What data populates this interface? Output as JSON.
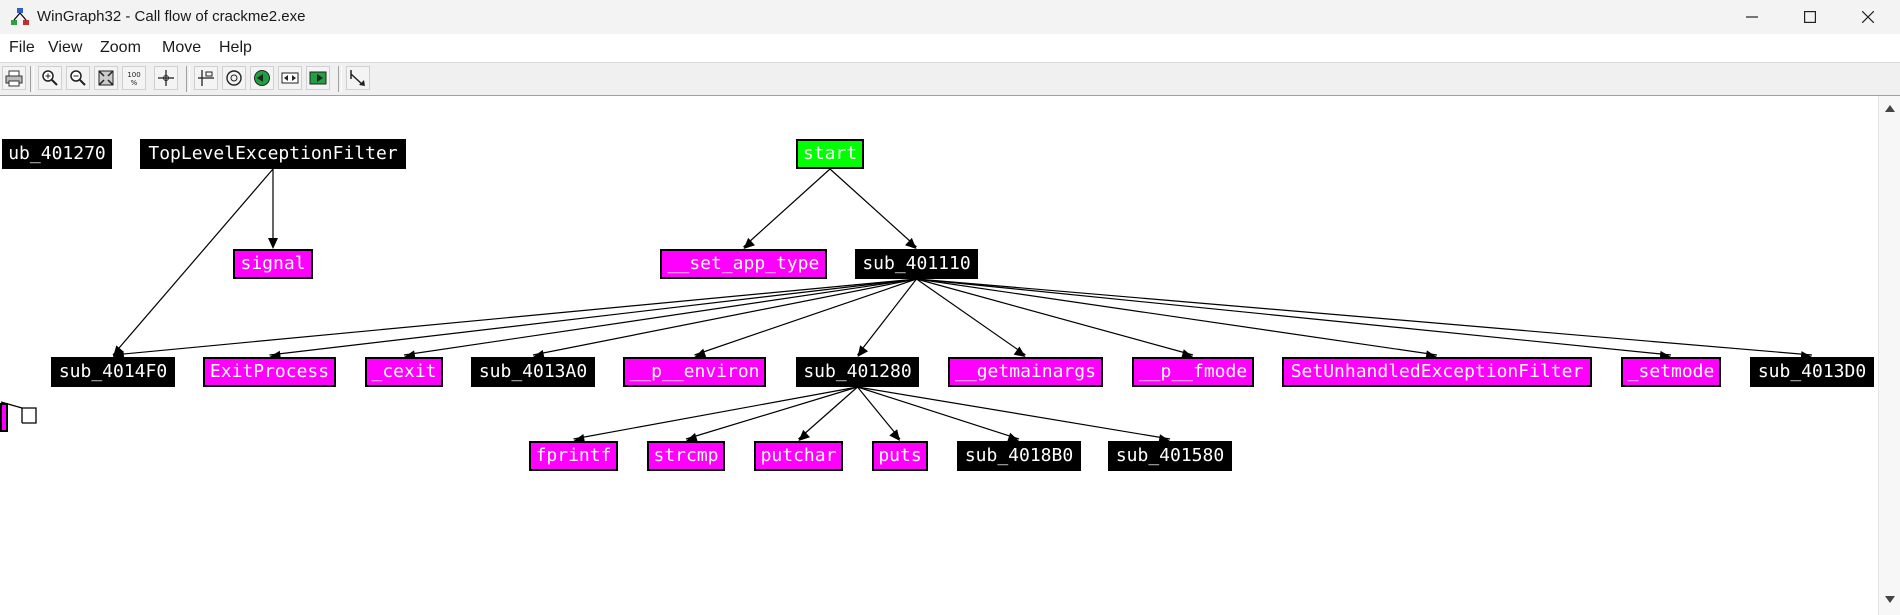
{
  "window": {
    "title": "WinGraph32 - Call flow of crackme2.exe",
    "app_icon": "wingraph-icon",
    "controls": [
      "minimize-icon",
      "maximize-icon",
      "close-icon"
    ]
  },
  "menu": {
    "items": [
      "File",
      "View",
      "Zoom",
      "Move",
      "Help"
    ]
  },
  "toolbar": {
    "buttons": [
      "print-icon",
      "zoom-in-icon",
      "zoom-out-icon",
      "fit-window-icon",
      "zoom-100-icon",
      "center-icon",
      "layout-icon",
      "rotate-icon",
      "nav-left-icon",
      "nav-expand-icon",
      "nav-right-icon",
      "pointer-icon"
    ],
    "zoom100_label": "100%"
  },
  "colors": {
    "library_function": "#ff00ff",
    "entry_point": "#00ff00",
    "user_function": "#000000",
    "edge": "#000000"
  },
  "graph": {
    "nodes": [
      {
        "id": "n_sub_401270",
        "label": "ub_401270",
        "kind": "user"
      },
      {
        "id": "n_tlef",
        "label": "TopLevelExceptionFilter",
        "kind": "user"
      },
      {
        "id": "n_start",
        "label": "start",
        "kind": "entry"
      },
      {
        "id": "n_signal",
        "label": "signal",
        "kind": "library"
      },
      {
        "id": "n_set_app_type",
        "label": "__set_app_type",
        "kind": "library"
      },
      {
        "id": "n_sub_401110",
        "label": "sub_401110",
        "kind": "user"
      },
      {
        "id": "n_sub_4014F0",
        "label": "sub_4014F0",
        "kind": "user"
      },
      {
        "id": "n_exitprocess",
        "label": "ExitProcess",
        "kind": "library"
      },
      {
        "id": "n_cexit",
        "label": "_cexit",
        "kind": "library"
      },
      {
        "id": "n_sub_4013A0",
        "label": "sub_4013A0",
        "kind": "user"
      },
      {
        "id": "n_p_environ",
        "label": "__p__environ",
        "kind": "library"
      },
      {
        "id": "n_sub_401280",
        "label": "sub_401280",
        "kind": "user"
      },
      {
        "id": "n_getmainargs",
        "label": "__getmainargs",
        "kind": "library"
      },
      {
        "id": "n_p_fmode",
        "label": "__p__fmode",
        "kind": "library"
      },
      {
        "id": "n_sef",
        "label": "SetUnhandledExceptionFilter",
        "kind": "library"
      },
      {
        "id": "n_setmode",
        "label": "_setmode",
        "kind": "library"
      },
      {
        "id": "n_sub_4013D0",
        "label": "sub_4013D0",
        "kind": "user"
      },
      {
        "id": "n_fprintf",
        "label": "fprintf",
        "kind": "library"
      },
      {
        "id": "n_strcmp",
        "label": "strcmp",
        "kind": "library"
      },
      {
        "id": "n_putchar",
        "label": "putchar",
        "kind": "library"
      },
      {
        "id": "n_puts",
        "label": "puts",
        "kind": "library"
      },
      {
        "id": "n_sub_4018B0",
        "label": "sub_4018B0",
        "kind": "user"
      },
      {
        "id": "n_sub_401580",
        "label": "sub_401580",
        "kind": "user"
      }
    ],
    "edges": [
      [
        "n_tlef",
        "n_signal"
      ],
      [
        "n_tlef",
        "n_sub_4014F0"
      ],
      [
        "n_start",
        "n_set_app_type"
      ],
      [
        "n_start",
        "n_sub_401110"
      ],
      [
        "n_sub_401110",
        "n_sub_4014F0"
      ],
      [
        "n_sub_401110",
        "n_exitprocess"
      ],
      [
        "n_sub_401110",
        "n_cexit"
      ],
      [
        "n_sub_401110",
        "n_sub_4013A0"
      ],
      [
        "n_sub_401110",
        "n_p_environ"
      ],
      [
        "n_sub_401110",
        "n_sub_401280"
      ],
      [
        "n_sub_401110",
        "n_getmainargs"
      ],
      [
        "n_sub_401110",
        "n_p_fmode"
      ],
      [
        "n_sub_401110",
        "n_sef"
      ],
      [
        "n_sub_401110",
        "n_setmode"
      ],
      [
        "n_sub_401110",
        "n_sub_4013D0"
      ],
      [
        "n_sub_401280",
        "n_fprintf"
      ],
      [
        "n_sub_401280",
        "n_strcmp"
      ],
      [
        "n_sub_401280",
        "n_putchar"
      ],
      [
        "n_sub_401280",
        "n_puts"
      ],
      [
        "n_sub_401280",
        "n_sub_4018B0"
      ],
      [
        "n_sub_401280",
        "n_sub_401580"
      ]
    ]
  }
}
